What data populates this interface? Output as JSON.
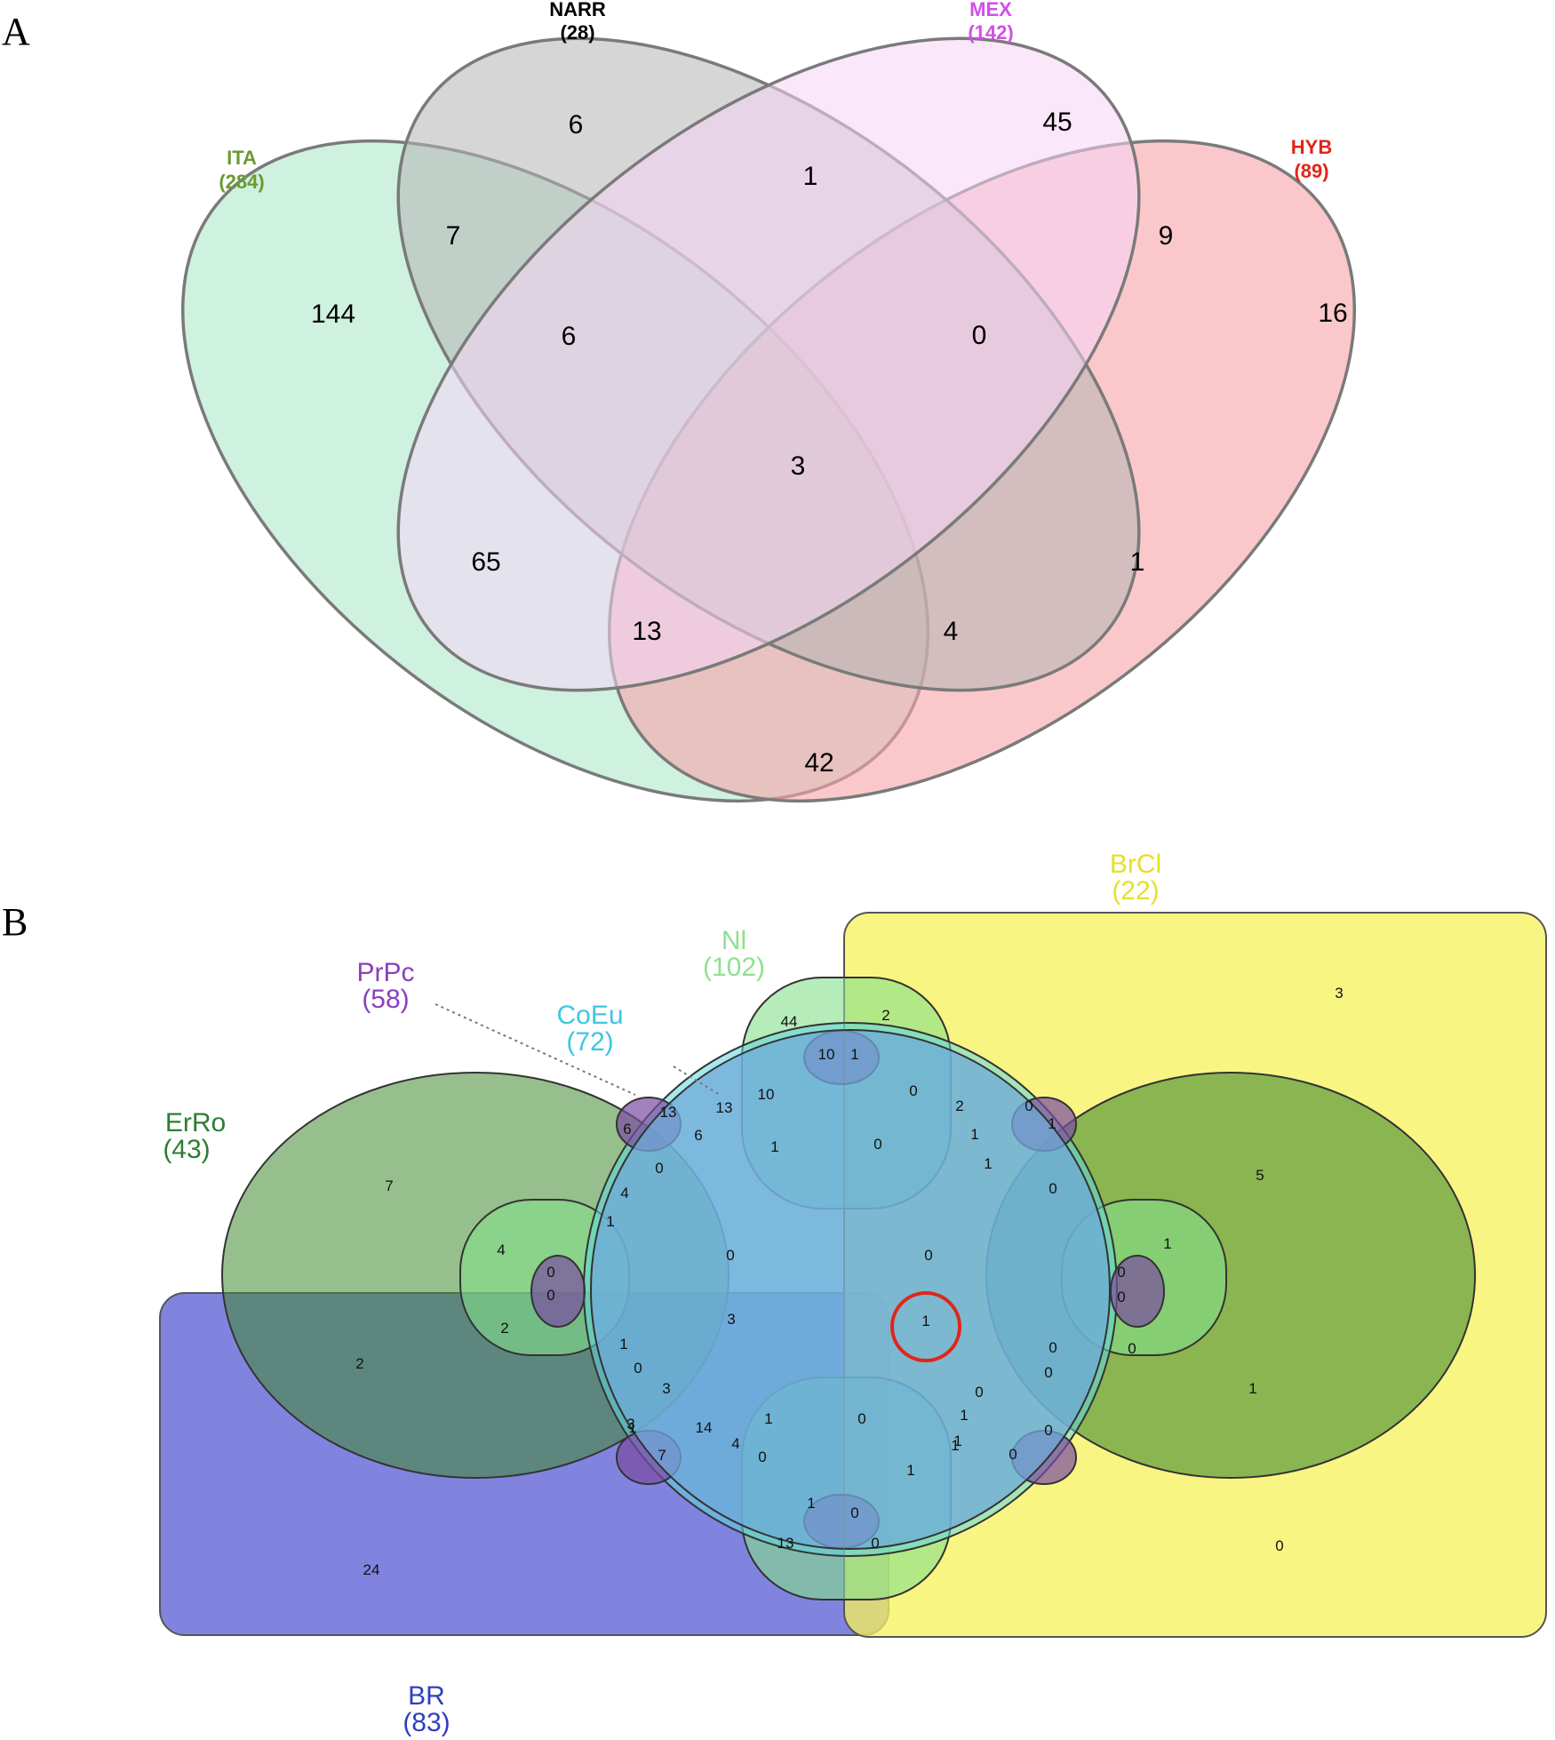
{
  "panelA": {
    "letter": "A",
    "sets": [
      {
        "key": "ita",
        "name": "ITA",
        "count": "(284)",
        "color": "#6b9a2f",
        "fill": "#a8e6c6"
      },
      {
        "key": "narr",
        "name": "NARR",
        "count": "(28)",
        "color": "#000000",
        "fill": "#b4b4b4"
      },
      {
        "key": "mex",
        "name": "MEX",
        "count": "(142)",
        "color": "#d24ee8",
        "fill": "#fbe4fb"
      },
      {
        "key": "hyb",
        "name": "HYB",
        "count": "(89)",
        "color": "#e0261a",
        "fill": "#f7a3a8"
      }
    ],
    "regions": [
      {
        "id": "narr-only",
        "value": "6"
      },
      {
        "id": "mex-only",
        "value": "45"
      },
      {
        "id": "narr-mex",
        "value": "1"
      },
      {
        "id": "ita-narr",
        "value": "7"
      },
      {
        "id": "mex-hyb",
        "value": "9"
      },
      {
        "id": "ita-only",
        "value": "144"
      },
      {
        "id": "hyb-only",
        "value": "16"
      },
      {
        "id": "ita-narr-mex",
        "value": "6"
      },
      {
        "id": "narr-mex-hyb",
        "value": "0"
      },
      {
        "id": "all-four",
        "value": "3"
      },
      {
        "id": "ita-mex",
        "value": "65"
      },
      {
        "id": "narr-hyb",
        "value": "1"
      },
      {
        "id": "ita-mex-hyb",
        "value": "13"
      },
      {
        "id": "ita-narr-hyb",
        "value": "4"
      },
      {
        "id": "ita-hyb",
        "value": "42"
      }
    ]
  },
  "panelB": {
    "letter": "B",
    "sets": [
      {
        "key": "brcl",
        "name": "BrCl",
        "count": "(22)",
        "color": "#e6df2a",
        "fill": "#f7f25a"
      },
      {
        "key": "nl",
        "name": "Nl",
        "count": "(102)",
        "color": "#8fe08f",
        "fill": "#84e08a"
      },
      {
        "key": "prpc",
        "name": "PrPc",
        "count": "(58)",
        "color": "#8a3fbf",
        "fill": "#7b4ba1"
      },
      {
        "key": "coeu",
        "name": "CoEu",
        "count": "(72)",
        "color": "#3fc6e0",
        "fill": "#5fd6e0"
      },
      {
        "key": "erro",
        "name": "ErRo",
        "count": "(43)",
        "color": "#2e7d32",
        "fill": "#4f9a3f"
      },
      {
        "key": "br",
        "name": "BR",
        "count": "(83)",
        "color": "#2e3fbf",
        "fill": "#6b6fd8"
      }
    ],
    "numbers": [
      "3",
      "2",
      "44",
      "10",
      "1",
      "0",
      "2",
      "0",
      "1",
      "13",
      "13",
      "10",
      "6",
      "6",
      "1",
      "0",
      "1",
      "7",
      "5",
      "0",
      "1",
      "4",
      "1",
      "0",
      "4",
      "0",
      "0",
      "0",
      "0",
      "0",
      "1",
      "2",
      "3",
      "1",
      "0",
      "0",
      "2",
      "1",
      "1",
      "0",
      "0",
      "3",
      "0",
      "0",
      "0",
      "1",
      "1",
      "1",
      "3",
      "14",
      "4",
      "0",
      "1",
      "1",
      "0",
      "0",
      "24",
      "13",
      "0",
      "0",
      "1",
      "0",
      "7",
      "1"
    ],
    "highlight": {
      "value": "1",
      "ring_color": "#e0261a"
    }
  }
}
